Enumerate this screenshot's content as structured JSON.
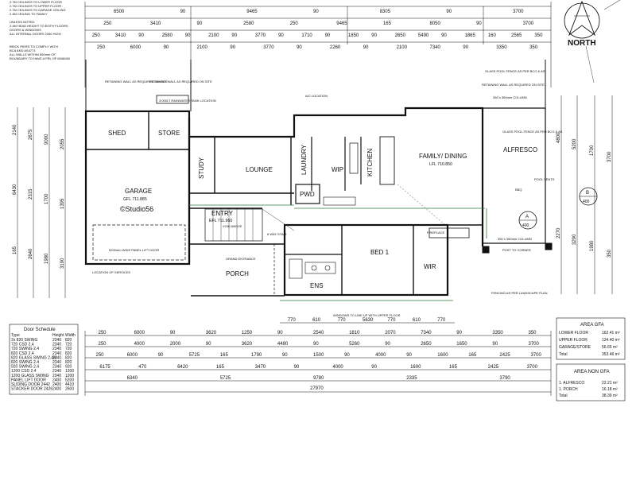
{
  "notes": {
    "ceilings": [
      "2.7M CEILINGS TO LOWER FLOOR",
      "2.7M CEILINGS TO UPPER FLOOR",
      "2.7M CEILINGS TO GARAGE CEILING",
      "2.4M CEILING TO FAMILY"
    ],
    "general": [
      "UNLESS NOTED:",
      "2.4M HEAD HEIGHT TO BOTH FLOORS",
      "DOORS & WINDOWS",
      "ALL INTERNAL DOORS 2340 HIGH"
    ],
    "piers": [
      "BRICK PIERS TO COMPLY WITH",
      "BCA AND AS4773",
      "ALL WALLS WITHIN 900mm OF",
      "BOUNDARY TO HAVE A FRL OF 60/60/60"
    ]
  },
  "north": {
    "label": "NORTH"
  },
  "top_dims": {
    "row1": [
      "6500",
      "90",
      "9465",
      "90",
      "8305",
      "90",
      "3700"
    ],
    "row2": [
      "250",
      "3410",
      "90",
      "2580",
      "250",
      "9465",
      "165",
      "8050",
      "90",
      "3700"
    ],
    "row3": [
      "250",
      "3410",
      "90",
      "2580",
      "90",
      "2100",
      "90",
      "3770",
      "90",
      "1710",
      "90",
      "1850",
      "90",
      "2650",
      "5490",
      "90",
      "1865",
      "160",
      "2565",
      "350"
    ],
    "row4": [
      "250",
      "6000",
      "90",
      "2100",
      "90",
      "3770",
      "90",
      "2260",
      "90",
      "2100",
      "7340",
      "90",
      "3350",
      "350"
    ]
  },
  "rooms": {
    "shed": "SHED",
    "store": "STORE",
    "garage": "GARAGE",
    "garage_level": "GFL 711.885",
    "watermark": "©Studio56",
    "study": "STUDY",
    "lounge": "LOUNGE",
    "laundry": "LAUNDRY",
    "wip": "WIP",
    "kitchen": "KITCHEN",
    "pwd": "PWD",
    "family": "FAMILY/ DINING",
    "family_level": "LFL 710.850",
    "alfresco": "ALFRESCO",
    "entry": "ENTRY",
    "entry_level": "EFL 711.960",
    "bed1": "BED 1",
    "wir": "WIR",
    "ens": "ENS",
    "porch": "PORCH"
  },
  "labels": {
    "retaining_left": "RETAINING WALL AS REQUIRED ON SITE",
    "retaining_mid": "RETAINING WALL AS REQUIRED ON SITE",
    "rainwater": "3,000LT RAINWATER TANK LOCATION",
    "ac_location": "A/C LOCATION",
    "glass_fence_top": "GLASS POOL FENCE AS PER BCG & AS",
    "retaining_right": "RETAINING WALL AS REQUIRED ON SITE",
    "column_top": "350 x 350mm COLUMN",
    "glass_fence_mid": "GLASS POOL FENCE AS PER BCG & AS",
    "pool_vents": "POOL VENTS",
    "bbq": "BBQ",
    "fireplace": "FIREPLACE",
    "column_right": "350 x 350mm COLUMN",
    "post_corner": "POST TO CORNER",
    "fencing": "FENCING AS PER LANDSCAPE PLAN",
    "windows_align": "WINDOWS TO LINE UP WITH UPPER FLOOR",
    "services": "LOCATION OF SERVICES",
    "lift_door": "5200mm WIDE PANEL LIFT DOOR",
    "void_above": "VOID ABOVE",
    "grand_entrance": "GRAND ENTRANCE",
    "stairs_note": "6 WAY STAIR",
    "marker_a": "A",
    "marker_a_num": "400",
    "marker_b": "B",
    "marker_b_num": "400"
  },
  "bottom_dims": {
    "row1": [
      "770",
      "610",
      "770",
      "5630",
      "770",
      "610",
      "770"
    ],
    "row2": [
      "250",
      "6000",
      "90",
      "3620",
      "1250",
      "90",
      "2540",
      "1810",
      "2070",
      "7340",
      "90",
      "3350",
      "350"
    ],
    "row3": [
      "250",
      "4000",
      "2000",
      "90",
      "3620",
      "4480",
      "90",
      "5260",
      "90",
      "2650",
      "1650",
      "90",
      "3700"
    ],
    "row4": [
      "250",
      "6000",
      "90",
      "5725",
      "165",
      "1790",
      "90",
      "1500",
      "90",
      "4000",
      "90",
      "1600",
      "165",
      "2425",
      "3700"
    ],
    "row5": [
      "6175",
      "470",
      "6420",
      "165",
      "3470",
      "90",
      "4000",
      "90",
      "1600",
      "165",
      "2425",
      "3700"
    ],
    "row6": [
      "6340",
      "5725",
      "9780",
      "2335",
      "3790"
    ],
    "total": "27970"
  },
  "door_schedule": {
    "title": "Door Schedule",
    "headers": [
      "Type",
      "Height",
      "Width"
    ],
    "rows": [
      [
        "2x 820 SWING",
        "2340",
        "820"
      ],
      [
        "720 CSD 2.4",
        "2340",
        "720"
      ],
      [
        "720 SWING 2.4",
        "2340",
        "720"
      ],
      [
        "820 CSD 2.4",
        "2340",
        "820"
      ],
      [
        "820 GLASS SWING 2.4M",
        "2340",
        "820"
      ],
      [
        "820 SWING 2.4",
        "2340",
        "820"
      ],
      [
        "920 SWING 2.4",
        "2340",
        "920"
      ],
      [
        "1200 CSD 2.4",
        "2340",
        "1200"
      ],
      [
        "1200 GLASS SWING",
        "2340",
        "1200"
      ],
      [
        "PANEL LIFT DOOR",
        "2400",
        "5200"
      ],
      [
        "SLIDING DOOR 2442",
        "2400",
        "4410"
      ],
      [
        "STACKER DOOR 2426",
        "2400",
        "2600"
      ]
    ]
  },
  "area_gfa": {
    "title": "AREA GFA",
    "rows": [
      [
        "LOWER FLOOR",
        "162.41 m²"
      ],
      [
        "UPPER FLOOR",
        "134.40 m²"
      ],
      [
        "GARAGE/STORE",
        "56.65 m²"
      ],
      [
        "Total",
        "353.46 m²"
      ]
    ]
  },
  "area_non_gfa": {
    "title": "AREA NON GFA",
    "rows": [
      [
        "1. ALFRESCO",
        "22.21 m²"
      ],
      [
        "1. PORCH",
        "16.18 m²"
      ],
      [
        "Total",
        "38.39 m²"
      ]
    ]
  },
  "left_dims": [
    "2140",
    "2675",
    "9000",
    "2055",
    "6430",
    "2315",
    "1700",
    "1395",
    "165",
    "2640",
    "1980",
    "3190"
  ],
  "right_dims": [
    "4800",
    "5200",
    "1700",
    "3700",
    "2270",
    "3290",
    "1980",
    "350"
  ]
}
